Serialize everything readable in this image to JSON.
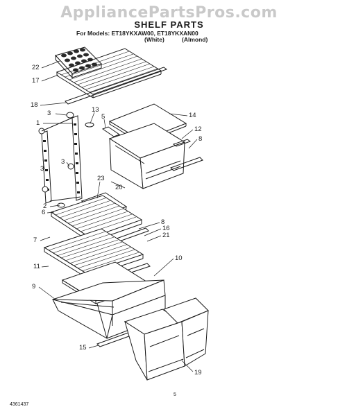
{
  "watermark": "AppliancePartsPros.com",
  "header": {
    "title": "SHELF PARTS",
    "models_line": "For Models: ET18YKXAW00, ET18YKXAN00",
    "variant_white": "(White)",
    "variant_almond": "(Almond)"
  },
  "callouts": {
    "c22": "22",
    "c17": "17",
    "c18": "18",
    "c3a": "3",
    "c1": "1",
    "c13": "13",
    "c5": "5",
    "c14": "14",
    "c12": "12",
    "c8a": "8",
    "c3b": "3",
    "c3c": "3",
    "c23": "23",
    "c20": "20",
    "c2": "2",
    "c6": "6",
    "c8b": "8",
    "c16": "16",
    "c7": "7",
    "c21": "21",
    "c11": "11",
    "c10": "10",
    "c9": "9",
    "c15": "15",
    "c19": "19"
  },
  "footer": {
    "doc_number": "4361437",
    "page_number": "5"
  }
}
